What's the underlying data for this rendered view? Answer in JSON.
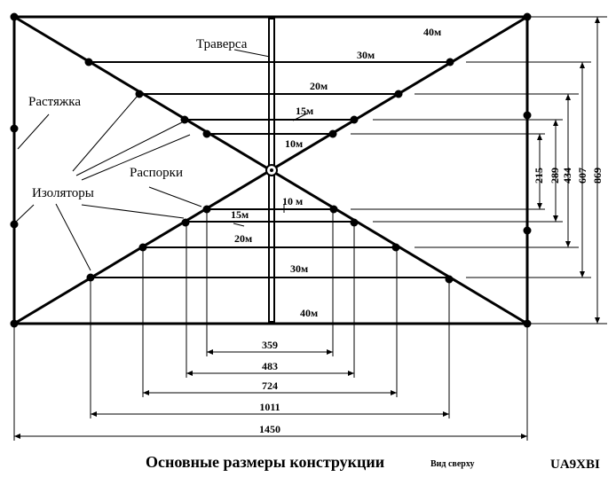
{
  "labels": {
    "traversa": "Траверса",
    "rastyazhka": "Растяжка",
    "rasporki": "Распорки",
    "izolyatory": "Изоляторы"
  },
  "bands": {
    "top": [
      "40м",
      "30м",
      "20м",
      "15м",
      "10м"
    ],
    "bottom": [
      "10 м",
      "15м",
      "20м",
      "30м",
      "40м"
    ]
  },
  "widths": [
    "359",
    "483",
    "724",
    "1011",
    "1450"
  ],
  "heights": [
    "215",
    "289",
    "434",
    "607",
    "869"
  ],
  "caption": "Основные размеры конструкции",
  "subcaption": "Вид сверху",
  "author": "UA9XBI"
}
